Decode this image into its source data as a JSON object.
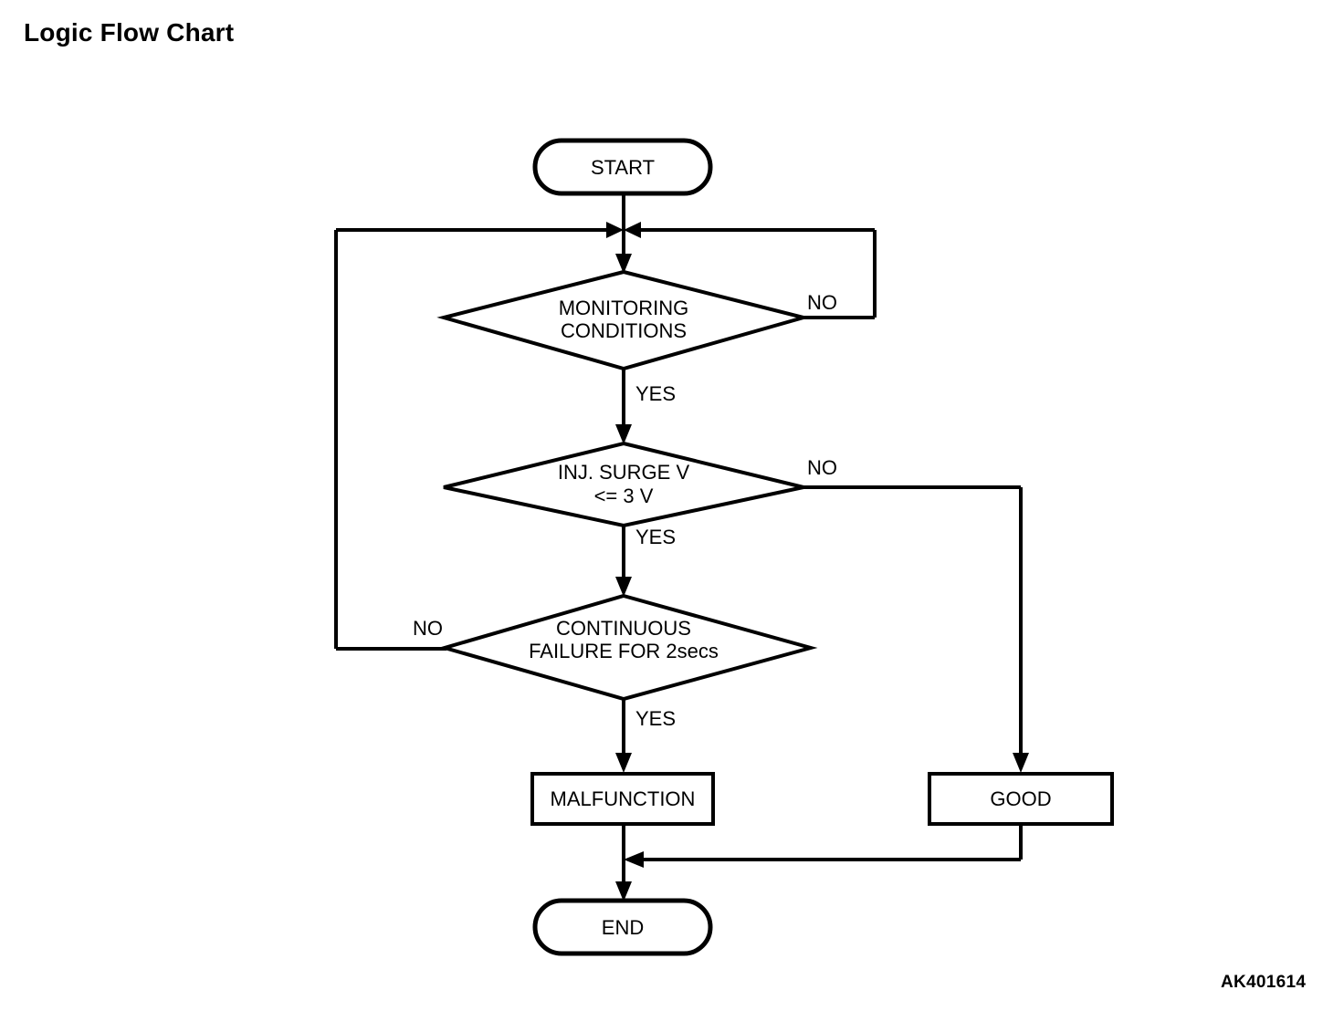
{
  "page": {
    "title": "Logic Flow Chart",
    "figure_code": "AK401614",
    "background_color": "#ffffff",
    "line_color": "#000000"
  },
  "chart_data": {
    "type": "diagram",
    "diagram_type": "flowchart",
    "title": "Logic Flow Chart",
    "nodes": [
      {
        "id": "start",
        "shape": "terminal",
        "label": "START"
      },
      {
        "id": "monitoring",
        "shape": "decision",
        "label_line1": "MONITORING",
        "label_line2": "CONDITIONS"
      },
      {
        "id": "surge",
        "shape": "decision",
        "label_line1": "INJ. SURGE V",
        "label_line2": "<= 3 V"
      },
      {
        "id": "continuous",
        "shape": "decision",
        "label_line1": "CONTINUOUS",
        "label_line2": "FAILURE FOR 2secs"
      },
      {
        "id": "malfunction",
        "shape": "process",
        "label": "MALFUNCTION"
      },
      {
        "id": "good",
        "shape": "process",
        "label": "GOOD"
      },
      {
        "id": "end",
        "shape": "terminal",
        "label": "END"
      }
    ],
    "edges": [
      {
        "from": "start",
        "to": "monitoring",
        "label": ""
      },
      {
        "from": "monitoring",
        "to": "monitoring",
        "label": "NO"
      },
      {
        "from": "monitoring",
        "to": "surge",
        "label": "YES"
      },
      {
        "from": "surge",
        "to": "good",
        "label": "NO"
      },
      {
        "from": "surge",
        "to": "continuous",
        "label": "YES"
      },
      {
        "from": "continuous",
        "to": "monitoring",
        "label": "NO"
      },
      {
        "from": "continuous",
        "to": "malfunction",
        "label": "YES"
      },
      {
        "from": "malfunction",
        "to": "end",
        "label": ""
      },
      {
        "from": "good",
        "to": "end",
        "label": ""
      }
    ]
  },
  "nodes": {
    "start": {
      "label": "START"
    },
    "monitoring": {
      "line1": "MONITORING",
      "line2": "CONDITIONS"
    },
    "surge": {
      "line1": "INJ. SURGE V",
      "line2": "<= 3 V"
    },
    "continuous": {
      "line1": "CONTINUOUS",
      "line2": "FAILURE FOR 2secs"
    },
    "malfunction": {
      "label": "MALFUNCTION"
    },
    "good": {
      "label": "GOOD"
    },
    "end": {
      "label": "END"
    }
  },
  "edge_labels": {
    "monitoring_no": "NO",
    "monitoring_yes": "YES",
    "surge_no": "NO",
    "surge_yes": "YES",
    "continuous_no": "NO",
    "continuous_yes": "YES"
  }
}
